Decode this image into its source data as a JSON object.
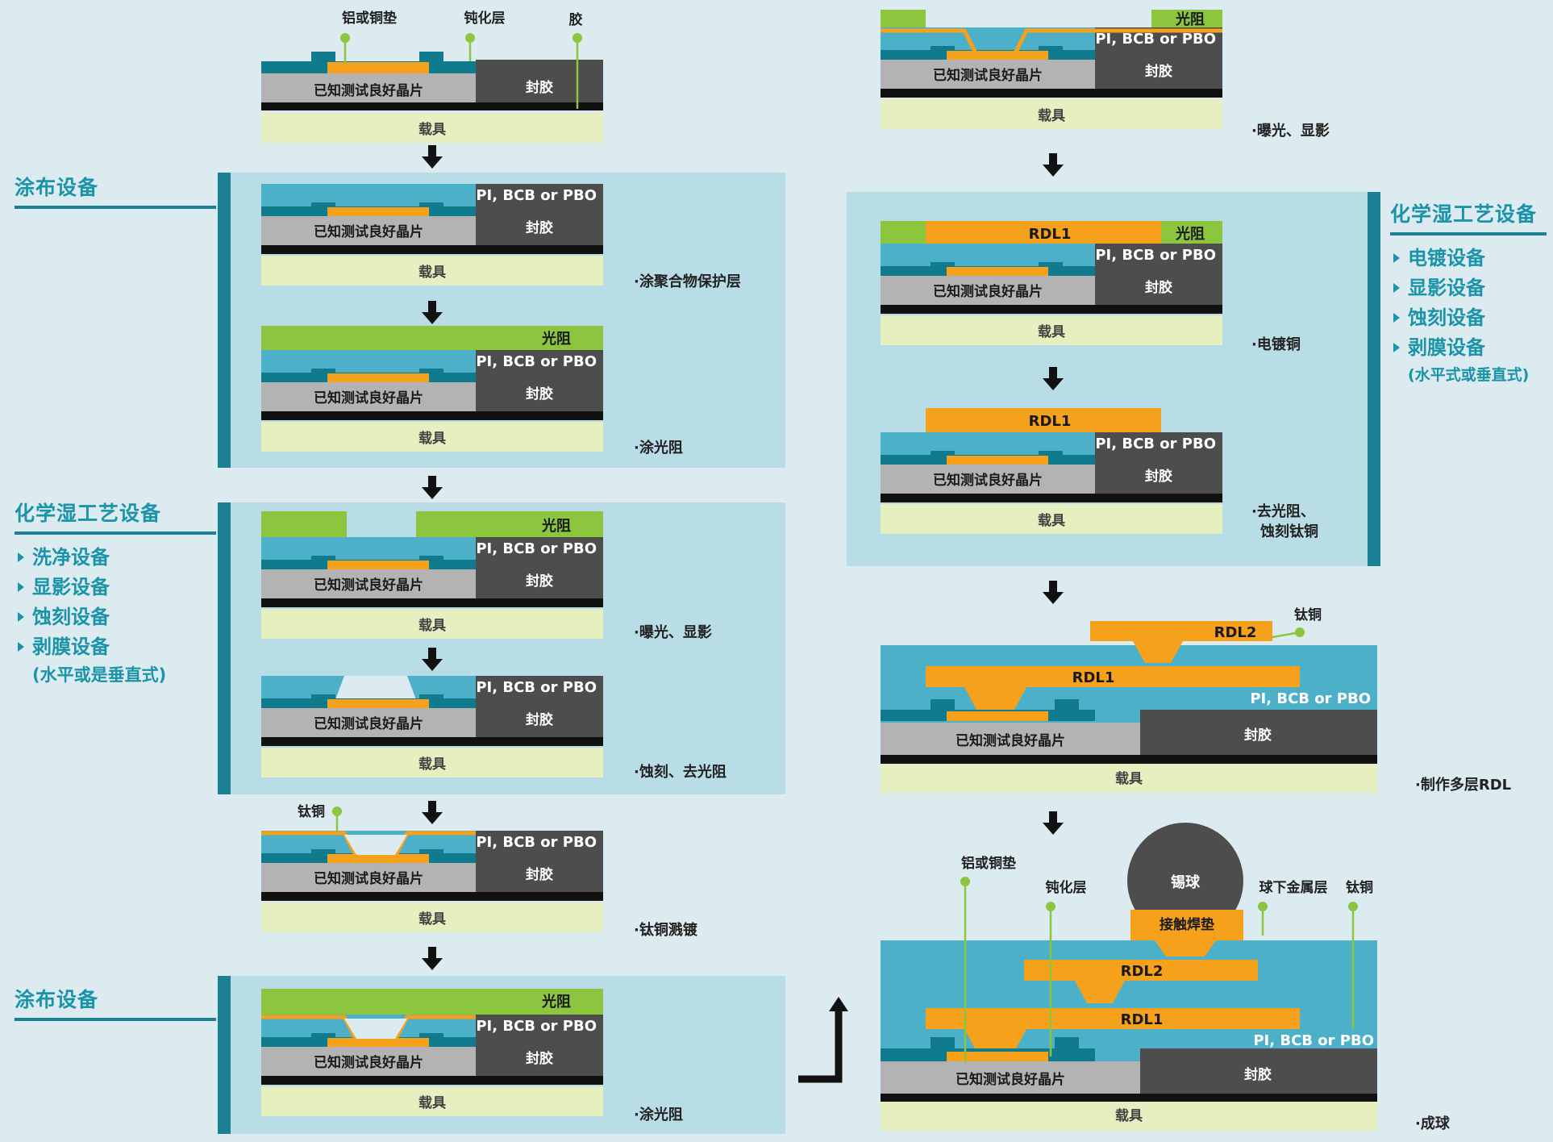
{
  "equipment_labels": {
    "coating_top": "涂布设备",
    "wet_left": {
      "title": "化学湿工艺设备",
      "items": [
        "洗净设备",
        "显影设备",
        "蚀刻设备",
        "剥膜设备"
      ],
      "note": "(水平或是垂直式)"
    },
    "coating_bottom": "涂布设备",
    "wet_right": {
      "title": "化学湿工艺设备",
      "items": [
        "电镀设备",
        "显影设备",
        "蚀刻设备",
        "剥膜设备"
      ],
      "note": "(水平式或垂直式)"
    }
  },
  "layer_labels": {
    "die": "已知测试良好晶片",
    "mold": "封胶",
    "carrier": "载具",
    "dielectric": "PI, BCB or PBO",
    "photoresist": "光阻",
    "rdl1": "RDL1",
    "rdl2": "RDL2",
    "solder_ball": "锡球",
    "contact_pad": "接触焊垫"
  },
  "callouts": {
    "pad": "铝或铜垫",
    "passivation": "钝化层",
    "glue": "胶",
    "tiCu": "钛铜",
    "ubm": "球下金属层"
  },
  "step_captions": {
    "coat_polymer": "·涂聚合物保护层",
    "coat_pr_1": "·涂光阻",
    "expose_1": "·曝光、显影",
    "etch_strip": "·蚀刻、去光阻",
    "tiCu_sputter": "·钛铜溅镀",
    "coat_pr_2": "·涂光阻",
    "expose_2": "·曝光、显影",
    "electroplate": "·电镀铜",
    "strip_etch_1": "·去光阻、",
    "strip_etch_2": "蚀刻钛铜",
    "multi_rdl": "·制作多层RDL",
    "balling": "·成球"
  },
  "colors": {
    "background": "#dcebf0",
    "panel": "#b9dde6",
    "accent": "#1b93a8",
    "dielectric": "#4db0c9",
    "pad_teal": "#0f7b8c",
    "copper_orange": "#f5a11c",
    "photoresist_green": "#8cc63f",
    "die_gray": "#b3b3b3",
    "mold_dark": "#4d4d4d",
    "carrier": "#e6efbf"
  }
}
